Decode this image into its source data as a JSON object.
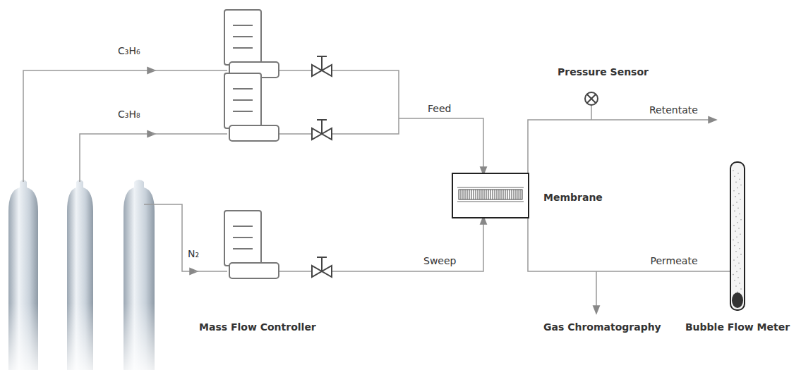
{
  "diagram": {
    "nodes": [
      {
        "text": [
          "Membrane"
        ]
      },
      {
        "text": [
          "Bubble Flow Meter"
        ]
      }
    ],
    "edges": [
      {
        "from": 0,
        "to": 1,
        "label": "Permeate",
        "arrow": "none"
      }
    ],
    "labels": [
      "C₃H₆",
      "C₃H₈",
      "N₂",
      "Feed",
      "Sweep",
      "Pressure Sensor",
      "Retentate",
      "Gas Chromatography",
      "Mass Flow Controller"
    ]
  }
}
